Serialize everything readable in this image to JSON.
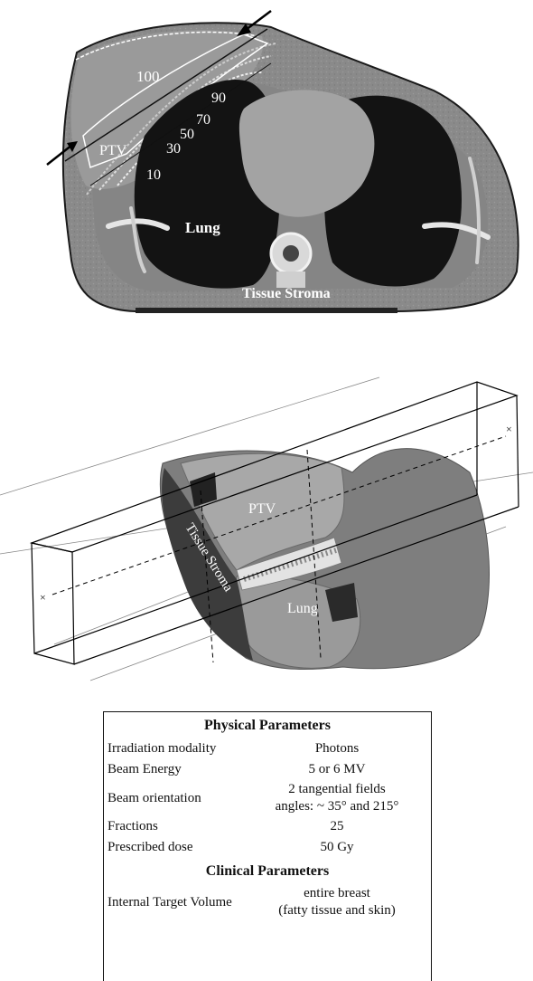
{
  "ct_slice": {
    "dose_labels": [
      "100",
      "90",
      "70",
      "50",
      "30",
      "10"
    ],
    "ptv_label": "PTV",
    "lung_label": "Lung",
    "stroma_label": "Tissue Stroma"
  },
  "render_3d": {
    "ptv_label": "PTV",
    "lung_label": "Lung",
    "stroma_label": "Tissue Stroma"
  },
  "table": {
    "physical_title": "Physical Parameters",
    "physical_rows": [
      {
        "key": "Irradiation modality",
        "value": "Photons"
      },
      {
        "key": "Beam Energy",
        "value": "5 or 6 MV"
      },
      {
        "key": "Beam orientation",
        "value_line1": "2 tangential fields",
        "value_line2": "angles: ~ 35° and 215°"
      },
      {
        "key": "Fractions",
        "value": "25"
      },
      {
        "key": "Prescribed dose",
        "value": "50 Gy"
      }
    ],
    "clinical_title": "Clinical Parameters",
    "clinical_rows": [
      {
        "key": "Internal Target Volume",
        "value_line1": "entire breast",
        "value_line2": "(fatty tissue and skin)"
      }
    ]
  },
  "colors": {
    "body_gray": "#8c8c8c",
    "lung_dark": "#141414",
    "tissue_light": "#c8c8c8",
    "stroma_dark": "#3a3a3a"
  }
}
